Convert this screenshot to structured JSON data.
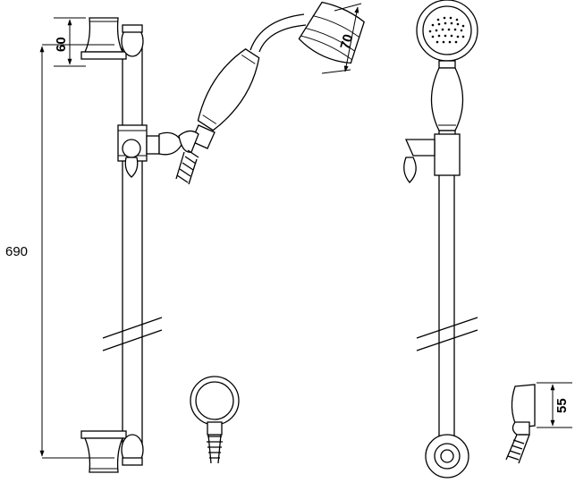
{
  "dimensions": {
    "total_length": "690",
    "bracket_height": "60",
    "head_diameter": "70",
    "elbow_height": "55"
  }
}
